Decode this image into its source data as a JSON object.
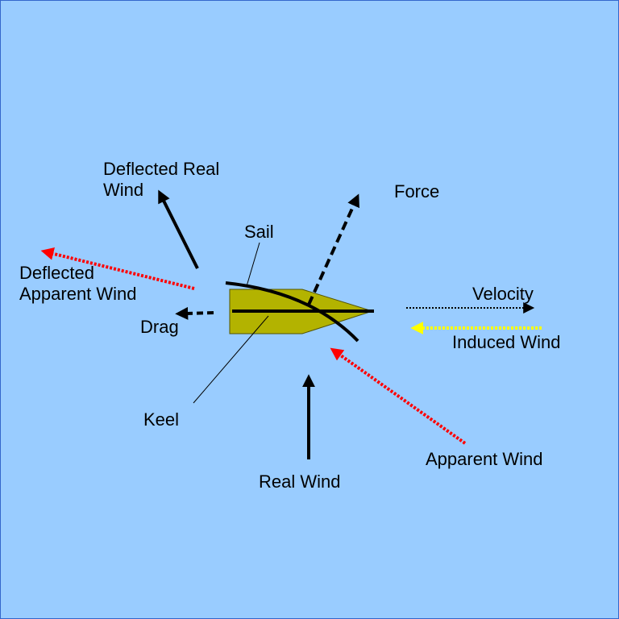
{
  "colors": {
    "background": "#99ccff",
    "border": "#3366cc",
    "hull": "#b3b300",
    "hull_stroke": "#555500",
    "black": "#000000",
    "red": "#ff0000",
    "yellow": "#ffff00"
  },
  "labels": {
    "deflected_real_wind_line1": "Deflected Real",
    "deflected_real_wind_line2": "Wind",
    "force": "Force",
    "sail": "Sail",
    "deflected_apparent_wind_line1": "Deflected",
    "deflected_apparent_wind_line2": "Apparent Wind",
    "drag": "Drag",
    "velocity": "Velocity",
    "induced_wind": "Induced Wind",
    "keel": "Keel",
    "apparent_wind": "Apparent Wind",
    "real_wind": "Real Wind"
  }
}
